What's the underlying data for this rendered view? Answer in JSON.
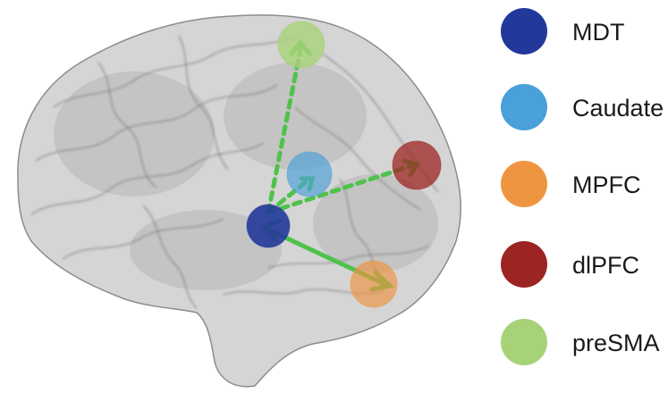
{
  "legend": [
    {
      "key": "mdt",
      "label": "MDT",
      "color": "#22389a"
    },
    {
      "key": "caudate",
      "label": "Caudate",
      "color": "#4aa0d8"
    },
    {
      "key": "mpfc",
      "label": "MPFC",
      "color": "#ee9440"
    },
    {
      "key": "dlpfc",
      "label": "dlPFC",
      "color": "#9c2423"
    },
    {
      "key": "presma",
      "label": "preSMA",
      "color": "#a7d278"
    }
  ],
  "brain_color": "#9a9a9a",
  "connection_color": "#4fc24b",
  "connections": [
    {
      "from": "mdt",
      "to": "presma",
      "style": "dashed",
      "direction": "to"
    },
    {
      "from": "mdt",
      "to": "caudate",
      "style": "dashed",
      "direction": "to"
    },
    {
      "from": "mdt",
      "to": "dlpfc",
      "style": "dashed",
      "direction": "to"
    },
    {
      "from": "mdt",
      "to": "mpfc",
      "style": "solid",
      "direction": "both"
    }
  ]
}
